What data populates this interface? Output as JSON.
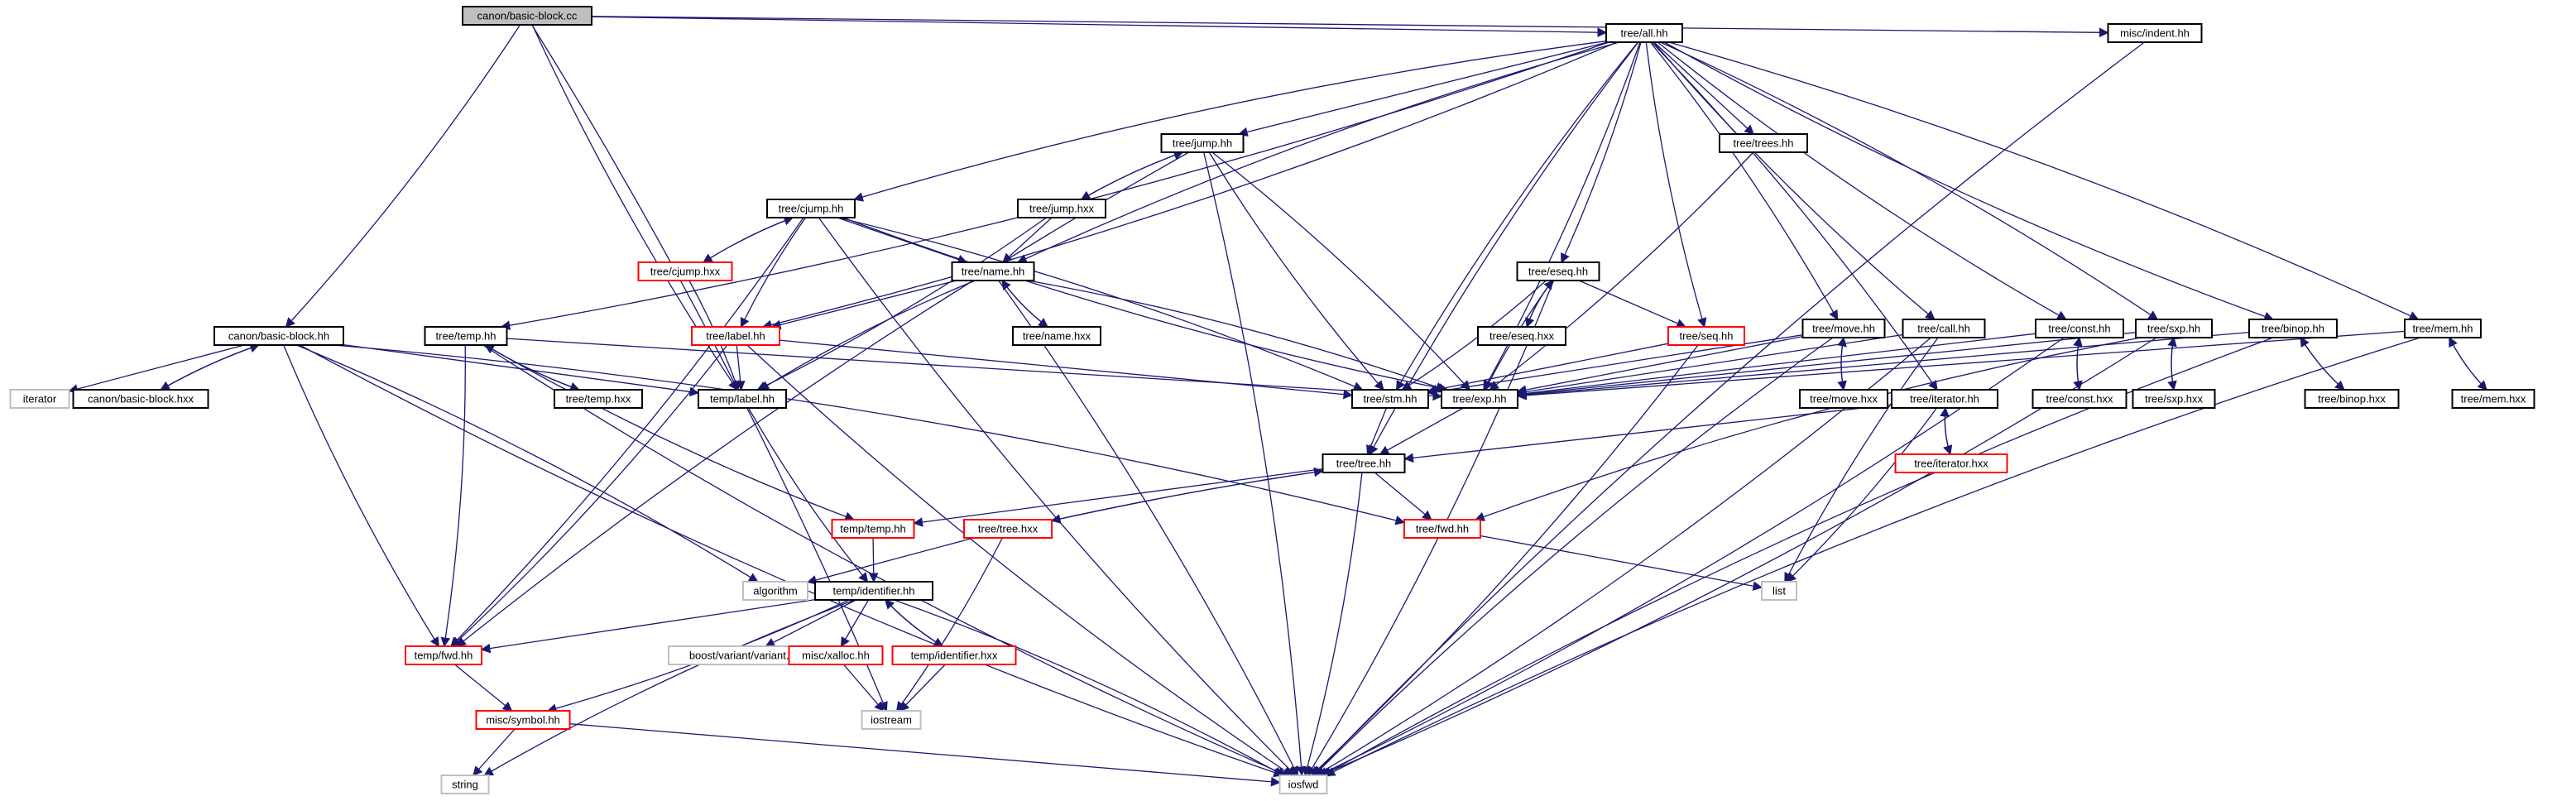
{
  "title": "canon/basic-block.cc",
  "colors": {
    "edge": "#191970",
    "root_fill": "#bfbfbf",
    "documented_border": "#000000",
    "undocumented_border": "#ff0000",
    "external_border": "#bfbfbf"
  },
  "nodes": [
    {
      "id": "root",
      "label": "canon/basic-block.cc",
      "kind": "root"
    },
    {
      "id": "all",
      "label": "tree/all.hh",
      "kind": "doc"
    },
    {
      "id": "indent",
      "label": "misc/indent.hh",
      "kind": "doc"
    },
    {
      "id": "bbhh",
      "label": "canon/basic-block.hh",
      "kind": "doc"
    },
    {
      "id": "iterator",
      "label": "iterator",
      "kind": "ext"
    },
    {
      "id": "bbhxx",
      "label": "canon/basic-block.hxx",
      "kind": "doc"
    },
    {
      "id": "temphh",
      "label": "tree/temp.hh",
      "kind": "doc"
    },
    {
      "id": "temphxx",
      "label": "tree/temp.hxx",
      "kind": "doc"
    },
    {
      "id": "cjumphh",
      "label": "tree/cjump.hh",
      "kind": "doc"
    },
    {
      "id": "cjumphxx",
      "label": "tree/cjump.hxx",
      "kind": "red"
    },
    {
      "id": "jumphh",
      "label": "tree/jump.hh",
      "kind": "doc"
    },
    {
      "id": "jumphxx",
      "label": "tree/jump.hxx",
      "kind": "doc"
    },
    {
      "id": "namehh",
      "label": "tree/name.hh",
      "kind": "doc"
    },
    {
      "id": "namehxx",
      "label": "tree/name.hxx",
      "kind": "doc"
    },
    {
      "id": "labelhh",
      "label": "tree/label.hh",
      "kind": "red"
    },
    {
      "id": "templabel",
      "label": "temp/label.hh",
      "kind": "doc"
    },
    {
      "id": "treeshh",
      "label": "tree/trees.hh",
      "kind": "doc"
    },
    {
      "id": "eseqhh",
      "label": "tree/eseq.hh",
      "kind": "doc"
    },
    {
      "id": "eseqhxx",
      "label": "tree/eseq.hxx",
      "kind": "doc"
    },
    {
      "id": "seqhh",
      "label": "tree/seq.hh",
      "kind": "red"
    },
    {
      "id": "movehh",
      "label": "tree/move.hh",
      "kind": "doc"
    },
    {
      "id": "movehxx",
      "label": "tree/move.hxx",
      "kind": "doc"
    },
    {
      "id": "callhh",
      "label": "tree/call.hh",
      "kind": "doc"
    },
    {
      "id": "consthh",
      "label": "tree/const.hh",
      "kind": "doc"
    },
    {
      "id": "consthxx",
      "label": "tree/const.hxx",
      "kind": "doc"
    },
    {
      "id": "sxphh",
      "label": "tree/sxp.hh",
      "kind": "doc"
    },
    {
      "id": "sxphxx",
      "label": "tree/sxp.hxx",
      "kind": "doc"
    },
    {
      "id": "binophh",
      "label": "tree/binop.hh",
      "kind": "doc"
    },
    {
      "id": "binophxx",
      "label": "tree/binop.hxx",
      "kind": "doc"
    },
    {
      "id": "memhh",
      "label": "tree/mem.hh",
      "kind": "doc"
    },
    {
      "id": "memhxx",
      "label": "tree/mem.hxx",
      "kind": "doc"
    },
    {
      "id": "stmhh",
      "label": "tree/stm.hh",
      "kind": "doc"
    },
    {
      "id": "exphh",
      "label": "tree/exp.hh",
      "kind": "doc"
    },
    {
      "id": "iteratorhh",
      "label": "tree/iterator.hh",
      "kind": "doc"
    },
    {
      "id": "iteratorhxx",
      "label": "tree/iterator.hxx",
      "kind": "red"
    },
    {
      "id": "treehh",
      "label": "tree/tree.hh",
      "kind": "doc"
    },
    {
      "id": "temptemphh",
      "label": "temp/temp.hh",
      "kind": "red"
    },
    {
      "id": "treetreehxx",
      "label": "tree/tree.hxx",
      "kind": "red"
    },
    {
      "id": "fwdhh",
      "label": "tree/fwd.hh",
      "kind": "red"
    },
    {
      "id": "algorithm",
      "label": "algorithm",
      "kind": "ext"
    },
    {
      "id": "identhh",
      "label": "temp/identifier.hh",
      "kind": "doc"
    },
    {
      "id": "list",
      "label": "list",
      "kind": "ext"
    },
    {
      "id": "tempfwd",
      "label": "temp/fwd.hh",
      "kind": "red"
    },
    {
      "id": "boostvariant",
      "label": "boost/variant/variant.hpp",
      "kind": "ext"
    },
    {
      "id": "xalloc",
      "label": "misc/xalloc.hh",
      "kind": "red"
    },
    {
      "id": "identhxx",
      "label": "temp/identifier.hxx",
      "kind": "red"
    },
    {
      "id": "symbol",
      "label": "misc/symbol.hh",
      "kind": "red"
    },
    {
      "id": "iostream",
      "label": "iostream",
      "kind": "ext"
    },
    {
      "id": "string",
      "label": "string",
      "kind": "ext"
    },
    {
      "id": "iosfwd",
      "label": "iosfwd",
      "kind": "ext"
    }
  ],
  "edges": [
    [
      "root",
      "all"
    ],
    [
      "root",
      "indent"
    ],
    [
      "root",
      "bbhh"
    ],
    [
      "root",
      "templabel"
    ],
    [
      "root",
      "iostream"
    ],
    [
      "indent",
      "iosfwd"
    ],
    [
      "bbhh",
      "iterator"
    ],
    [
      "bbhh",
      "bbhxx"
    ],
    [
      "bbhxx",
      "bbhh"
    ],
    [
      "bbhh",
      "templabel"
    ],
    [
      "bbhh",
      "algorithm"
    ],
    [
      "bbhh",
      "tempfwd"
    ],
    [
      "bbhh",
      "fwdhh"
    ],
    [
      "bbhh",
      "iosfwd"
    ],
    [
      "all",
      "temphh"
    ],
    [
      "all",
      "cjumphh"
    ],
    [
      "all",
      "labelhh"
    ],
    [
      "all",
      "namehh"
    ],
    [
      "all",
      "jumphh"
    ],
    [
      "all",
      "treeshh"
    ],
    [
      "all",
      "eseqhh"
    ],
    [
      "all",
      "seqhh"
    ],
    [
      "all",
      "movehh"
    ],
    [
      "all",
      "callhh"
    ],
    [
      "all",
      "iteratorhh"
    ],
    [
      "all",
      "consthh"
    ],
    [
      "all",
      "sxphh"
    ],
    [
      "all",
      "binophh"
    ],
    [
      "all",
      "memhh"
    ],
    [
      "all",
      "stmhh"
    ],
    [
      "all",
      "exphh"
    ],
    [
      "all",
      "treehh"
    ],
    [
      "temphh",
      "temphxx"
    ],
    [
      "temphxx",
      "temphh"
    ],
    [
      "temphh",
      "exphh"
    ],
    [
      "temphh",
      "temptemphh"
    ],
    [
      "temphh",
      "tempfwd"
    ],
    [
      "temphh",
      "iosfwd"
    ],
    [
      "cjumphh",
      "cjumphxx"
    ],
    [
      "cjumphxx",
      "cjumphh"
    ],
    [
      "cjumphh",
      "namehh"
    ],
    [
      "cjumphh",
      "labelhh"
    ],
    [
      "cjumphh",
      "stmhh"
    ],
    [
      "cjumphh",
      "exphh"
    ],
    [
      "cjumphh",
      "tempfwd"
    ],
    [
      "cjumphh",
      "iosfwd"
    ],
    [
      "cjumphxx",
      "templabel"
    ],
    [
      "jumphh",
      "jumphxx"
    ],
    [
      "jumphxx",
      "jumphh"
    ],
    [
      "jumphh",
      "stmhh"
    ],
    [
      "jumphh",
      "exphh"
    ],
    [
      "jumphh",
      "tempfwd"
    ],
    [
      "jumphh",
      "iosfwd"
    ],
    [
      "jumphxx",
      "namehh"
    ],
    [
      "jumphxx",
      "templabel"
    ],
    [
      "namehh",
      "namehxx"
    ],
    [
      "namehxx",
      "namehh"
    ],
    [
      "namehh",
      "labelhh"
    ],
    [
      "namehh",
      "exphh"
    ],
    [
      "namehh",
      "templabel"
    ],
    [
      "namehh",
      "iosfwd"
    ],
    [
      "labelhh",
      "templabel"
    ],
    [
      "labelhh",
      "stmhh"
    ],
    [
      "labelhh",
      "iosfwd"
    ],
    [
      "labelhh",
      "tempfwd"
    ],
    [
      "templabel",
      "identhh"
    ],
    [
      "treeshh",
      "exphh"
    ],
    [
      "eseqhh",
      "eseqhxx"
    ],
    [
      "eseqhxx",
      "eseqhh"
    ],
    [
      "eseqhh",
      "seqhh"
    ],
    [
      "eseqhh",
      "stmhh"
    ],
    [
      "eseqhh",
      "exphh"
    ],
    [
      "eseqhh",
      "iosfwd"
    ],
    [
      "seqhh",
      "stmhh"
    ],
    [
      "seqhh",
      "iosfwd"
    ],
    [
      "movehh",
      "movehxx"
    ],
    [
      "movehxx",
      "movehh"
    ],
    [
      "movehh",
      "stmhh"
    ],
    [
      "movehh",
      "exphh"
    ],
    [
      "movehh",
      "iosfwd"
    ],
    [
      "callhh",
      "exphh"
    ],
    [
      "callhh",
      "list"
    ],
    [
      "callhh",
      "iosfwd"
    ],
    [
      "iteratorhh",
      "iteratorhxx"
    ],
    [
      "iteratorhxx",
      "iteratorhh"
    ],
    [
      "iteratorhh",
      "treehh"
    ],
    [
      "iteratorhh",
      "list"
    ],
    [
      "consthh",
      "consthxx"
    ],
    [
      "consthxx",
      "consthh"
    ],
    [
      "consthh",
      "exphh"
    ],
    [
      "consthh",
      "iosfwd"
    ],
    [
      "sxphh",
      "sxphxx"
    ],
    [
      "sxphxx",
      "sxphh"
    ],
    [
      "sxphh",
      "exphh"
    ],
    [
      "sxphh",
      "iosfwd"
    ],
    [
      "sxphh",
      "fwdhh"
    ],
    [
      "binophh",
      "binophxx"
    ],
    [
      "binophxx",
      "binophh"
    ],
    [
      "binophh",
      "exphh"
    ],
    [
      "binophh",
      "iosfwd"
    ],
    [
      "memhh",
      "memhxx"
    ],
    [
      "memhxx",
      "memhh"
    ],
    [
      "memhh",
      "exphh"
    ],
    [
      "memhh",
      "iosfwd"
    ],
    [
      "stmhh",
      "treehh"
    ],
    [
      "exphh",
      "treehh"
    ],
    [
      "treehh",
      "treetreehxx"
    ],
    [
      "treetreehxx",
      "treehh"
    ],
    [
      "treehh",
      "temptemphh"
    ],
    [
      "treehh",
      "fwdhh"
    ],
    [
      "treehh",
      "iosfwd"
    ],
    [
      "treetreehxx",
      "algorithm"
    ],
    [
      "treetreehxx",
      "iostream"
    ],
    [
      "temptemphh",
      "identhh"
    ],
    [
      "fwdhh",
      "list"
    ],
    [
      "identhh",
      "tempfwd"
    ],
    [
      "identhh",
      "boostvariant"
    ],
    [
      "identhh",
      "xalloc"
    ],
    [
      "identhh",
      "identhxx"
    ],
    [
      "identhxx",
      "identhh"
    ],
    [
      "identhh",
      "symbol"
    ],
    [
      "identhh",
      "string"
    ],
    [
      "identhh",
      "iosfwd"
    ],
    [
      "xalloc",
      "iostream"
    ],
    [
      "identhxx",
      "iostream"
    ],
    [
      "tempfwd",
      "symbol"
    ],
    [
      "symbol",
      "string"
    ],
    [
      "symbol",
      "iosfwd"
    ]
  ]
}
